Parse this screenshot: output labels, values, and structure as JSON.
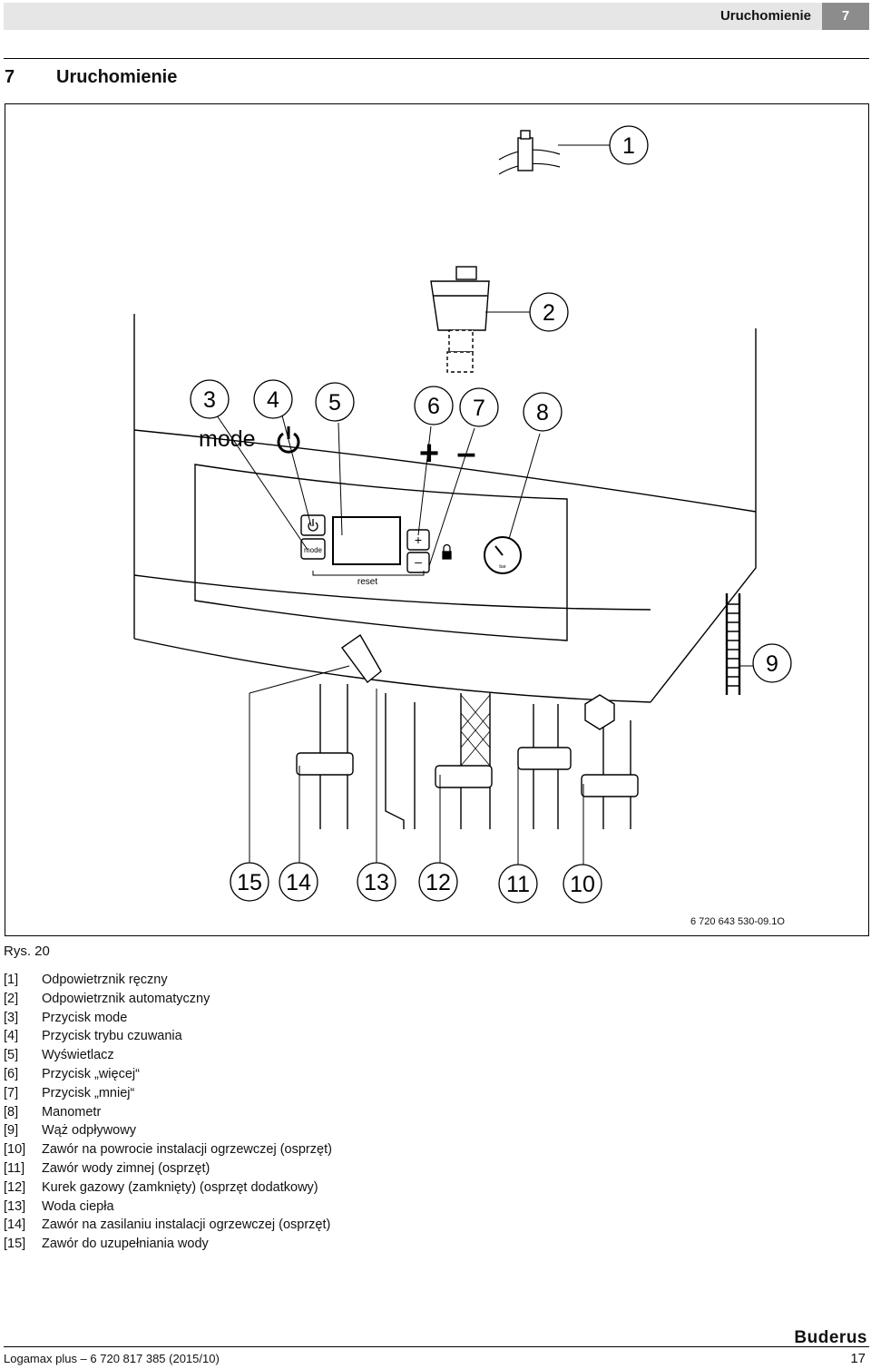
{
  "header": {
    "title": "Uruchomienie",
    "chapter_number": "7"
  },
  "section": {
    "number": "7",
    "title": "Uruchomienie"
  },
  "figure": {
    "code": "6 720 643 530-09.1O",
    "caption": "Rys. 20",
    "callouts": [
      "1",
      "2",
      "3",
      "4",
      "5",
      "6",
      "7",
      "8",
      "9",
      "10",
      "11",
      "12",
      "13",
      "14",
      "15"
    ],
    "panel_labels": {
      "mode": "mode",
      "plus": "+",
      "minus": "–",
      "small_mode": "mode",
      "reset": "reset",
      "bar": "bar"
    }
  },
  "legend": [
    {
      "key": "[1]",
      "text": "Odpowietrznik ręczny"
    },
    {
      "key": "[2]",
      "text": "Odpowietrznik automatyczny"
    },
    {
      "key": "[3]",
      "text": "Przycisk mode"
    },
    {
      "key": "[4]",
      "text": "Przycisk trybu czuwania"
    },
    {
      "key": "[5]",
      "text": "Wyświetlacz"
    },
    {
      "key": "[6]",
      "text": "Przycisk „więcej“"
    },
    {
      "key": "[7]",
      "text": "Przycisk „mniej“"
    },
    {
      "key": "[8]",
      "text": "Manometr"
    },
    {
      "key": "[9]",
      "text": "Wąż odpływowy"
    },
    {
      "key": "[10]",
      "text": "Zawór na powrocie instalacji ogrzewczej (osprzęt)"
    },
    {
      "key": "[11]",
      "text": "Zawór wody zimnej (osprzęt)"
    },
    {
      "key": "[12]",
      "text": "Kurek gazowy (zamknięty) (osprzęt dodatkowy)"
    },
    {
      "key": "[13]",
      "text": "Woda ciepła"
    },
    {
      "key": "[14]",
      "text": "Zawór na zasilaniu instalacji ogrzewczej (osprzęt)"
    },
    {
      "key": "[15]",
      "text": "Zawór do uzupełniania wody"
    }
  ],
  "footer": {
    "doc": "Logamax plus – 6 720 817 385 (2015/10)",
    "brand": "Buderus",
    "page": "17"
  }
}
